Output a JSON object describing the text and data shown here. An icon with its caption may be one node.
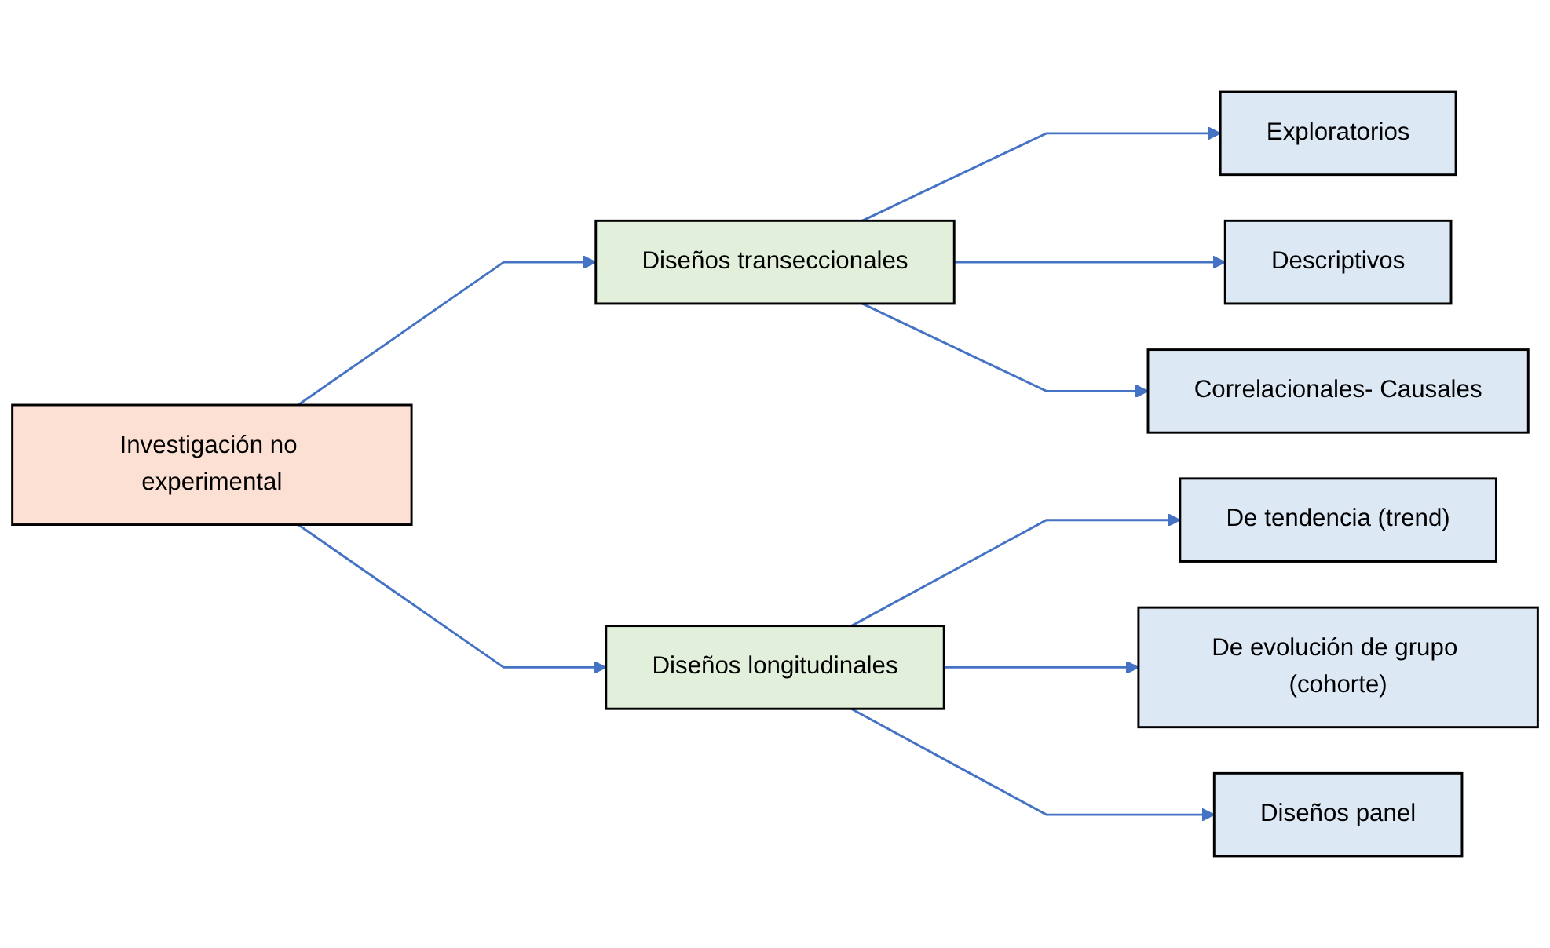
{
  "diagram": {
    "nodes": [
      {
        "text": [
          "Investigación no experimental"
        ]
      },
      {
        "text": [
          "Diseños transeccionales"
        ]
      },
      {
        "text": [
          "Diseños longitudinales"
        ]
      },
      {
        "text": [
          "Exploratorios"
        ]
      },
      {
        "text": [
          "Descriptivos"
        ]
      },
      {
        "text": [
          "Correlacionales- Causales"
        ]
      },
      {
        "text": [
          "De tendencia (trend)"
        ]
      },
      {
        "text": [
          "De evolución de grupo (cohorte)"
        ]
      },
      {
        "text": [
          "Diseños panel"
        ]
      }
    ],
    "edges": [
      {
        "from": 0,
        "to": 1,
        "arrow": "to"
      },
      {
        "from": 0,
        "to": 2,
        "arrow": "to"
      },
      {
        "from": 1,
        "to": 3,
        "arrow": "to"
      },
      {
        "from": 1,
        "to": 4,
        "arrow": "to"
      },
      {
        "from": 1,
        "to": 5,
        "arrow": "to"
      },
      {
        "from": 2,
        "to": 6,
        "arrow": "to"
      },
      {
        "from": 2,
        "to": 7,
        "arrow": "to"
      },
      {
        "from": 2,
        "to": 8,
        "arrow": "to"
      }
    ]
  }
}
